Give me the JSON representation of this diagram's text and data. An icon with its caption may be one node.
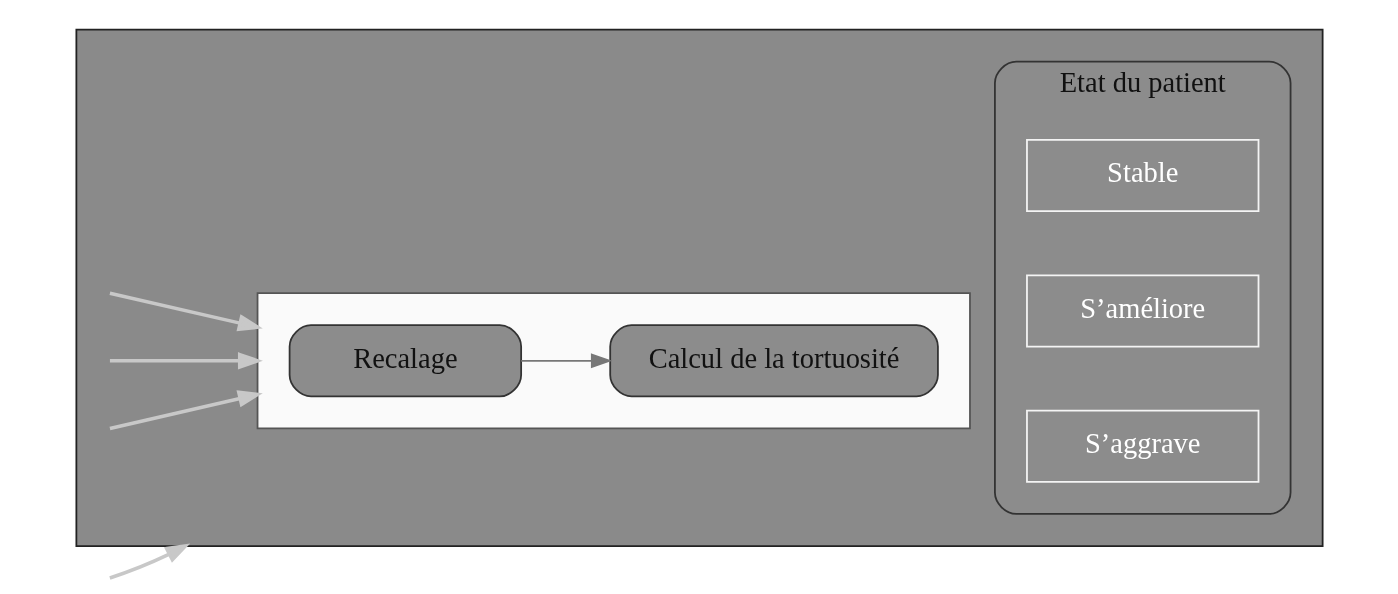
{
  "diagram": {
    "nodes": [
      {
        "text": [],
        "shape": "box"
      },
      {
        "text": [],
        "shape": "box",
        "in": 0
      },
      {
        "text": [
          "Recalage"
        ],
        "in": 1
      },
      {
        "text": [
          "Calcul de la tortuosité"
        ],
        "in": 1
      },
      {
        "text": [
          "Etat du patient"
        ],
        "in": 0
      },
      {
        "text": [
          "Stable"
        ],
        "in": 4
      },
      {
        "text": [
          "S’améliore"
        ],
        "in": 4
      },
      {
        "text": [
          "S’aggrave"
        ],
        "in": 4
      }
    ],
    "edges": [
      {
        "from": 2,
        "to": 3,
        "arrow": "to"
      },
      {
        "from": null,
        "to": 0,
        "arrow": "to",
        "color": "#c8c8c8"
      },
      {
        "from": null,
        "to": 1,
        "arrow": "to",
        "color": "#c8c8c8"
      },
      {
        "from": null,
        "to": 1,
        "arrow": "to",
        "color": "#c8c8c8"
      },
      {
        "from": null,
        "to": 1,
        "arrow": "to",
        "color": "#c8c8c8"
      }
    ]
  }
}
